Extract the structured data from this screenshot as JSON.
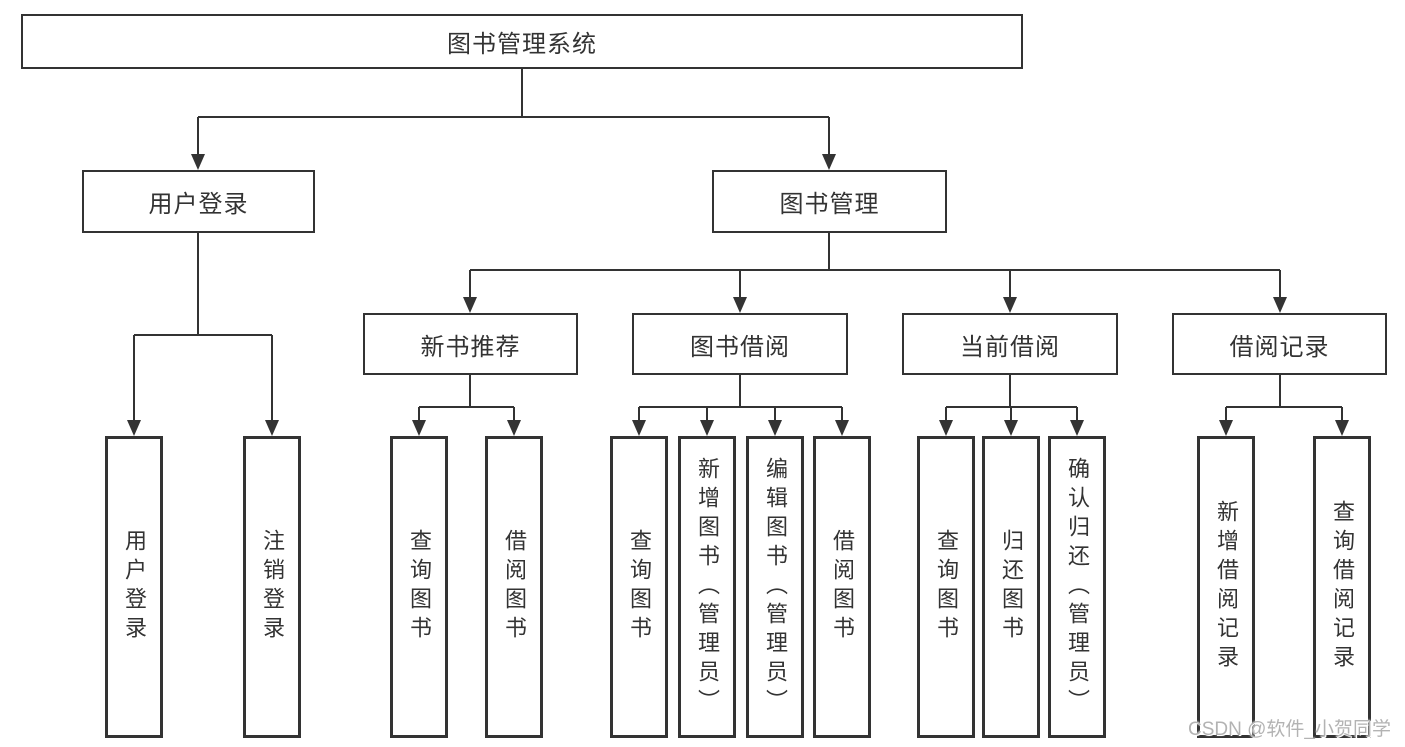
{
  "diagram": {
    "root": {
      "label": "图书管理系统"
    },
    "level2": [
      {
        "label": "用户登录"
      },
      {
        "label": "图书管理"
      }
    ],
    "level3": [
      {
        "label": "新书推荐",
        "parent": "图书管理"
      },
      {
        "label": "图书借阅",
        "parent": "图书管理"
      },
      {
        "label": "当前借阅",
        "parent": "图书管理"
      },
      {
        "label": "借阅记录",
        "parent": "图书管理"
      }
    ],
    "leaves": [
      {
        "label": "用户登录",
        "parent": "用户登录"
      },
      {
        "label": "注销登录",
        "parent": "用户登录"
      },
      {
        "label": "查询图书",
        "parent": "新书推荐"
      },
      {
        "label": "借阅图书",
        "parent": "新书推荐"
      },
      {
        "label": "查询图书",
        "parent": "图书借阅"
      },
      {
        "label": "新增图书（管理员）",
        "parent": "图书借阅"
      },
      {
        "label": "编辑图书（管理员）",
        "parent": "图书借阅"
      },
      {
        "label": "借阅图书",
        "parent": "图书借阅"
      },
      {
        "label": "查询图书",
        "parent": "当前借阅"
      },
      {
        "label": "归还图书",
        "parent": "当前借阅"
      },
      {
        "label": "确认归还（管理员）",
        "parent": "当前借阅"
      },
      {
        "label": "新增借阅记录",
        "parent": "借阅记录"
      },
      {
        "label": "查询借阅记录",
        "parent": "借阅记录"
      }
    ]
  },
  "watermark": "CSDN @软件_小贺同学",
  "colors": {
    "line": "#333333",
    "box_border": "#333333",
    "box_fill": "#ffffff",
    "text": "#333333",
    "watermark": "#b3b3b3",
    "background": "#ffffff"
  }
}
